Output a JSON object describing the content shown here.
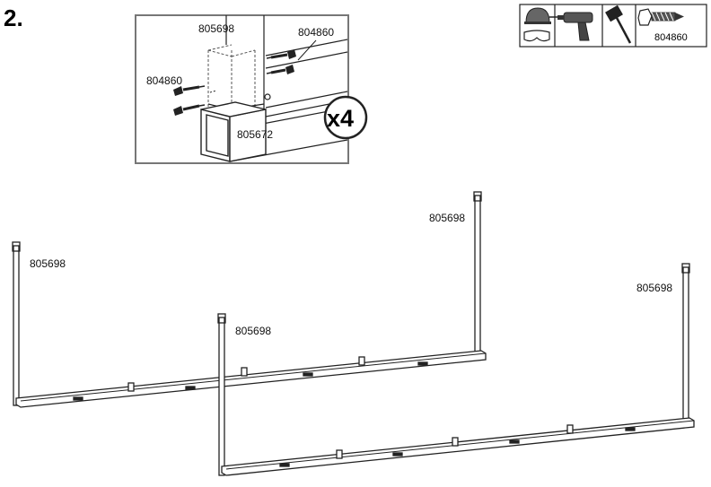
{
  "step": {
    "number": "2."
  },
  "detail": {
    "post_part": "805698",
    "screw_part_right": "804860",
    "screw_part_left": "804860",
    "base_part": "805672",
    "multiplier": "x4"
  },
  "tools": {
    "items": [
      {
        "icon": "hard-hat-and-goggles-icon"
      },
      {
        "icon": "power-drill-icon"
      },
      {
        "icon": "mallet-icon"
      },
      {
        "icon": "self-drilling-screw-icon",
        "label": "804860"
      }
    ]
  },
  "frames": {
    "labels": [
      "805698",
      "805698",
      "805698",
      "805698"
    ]
  }
}
